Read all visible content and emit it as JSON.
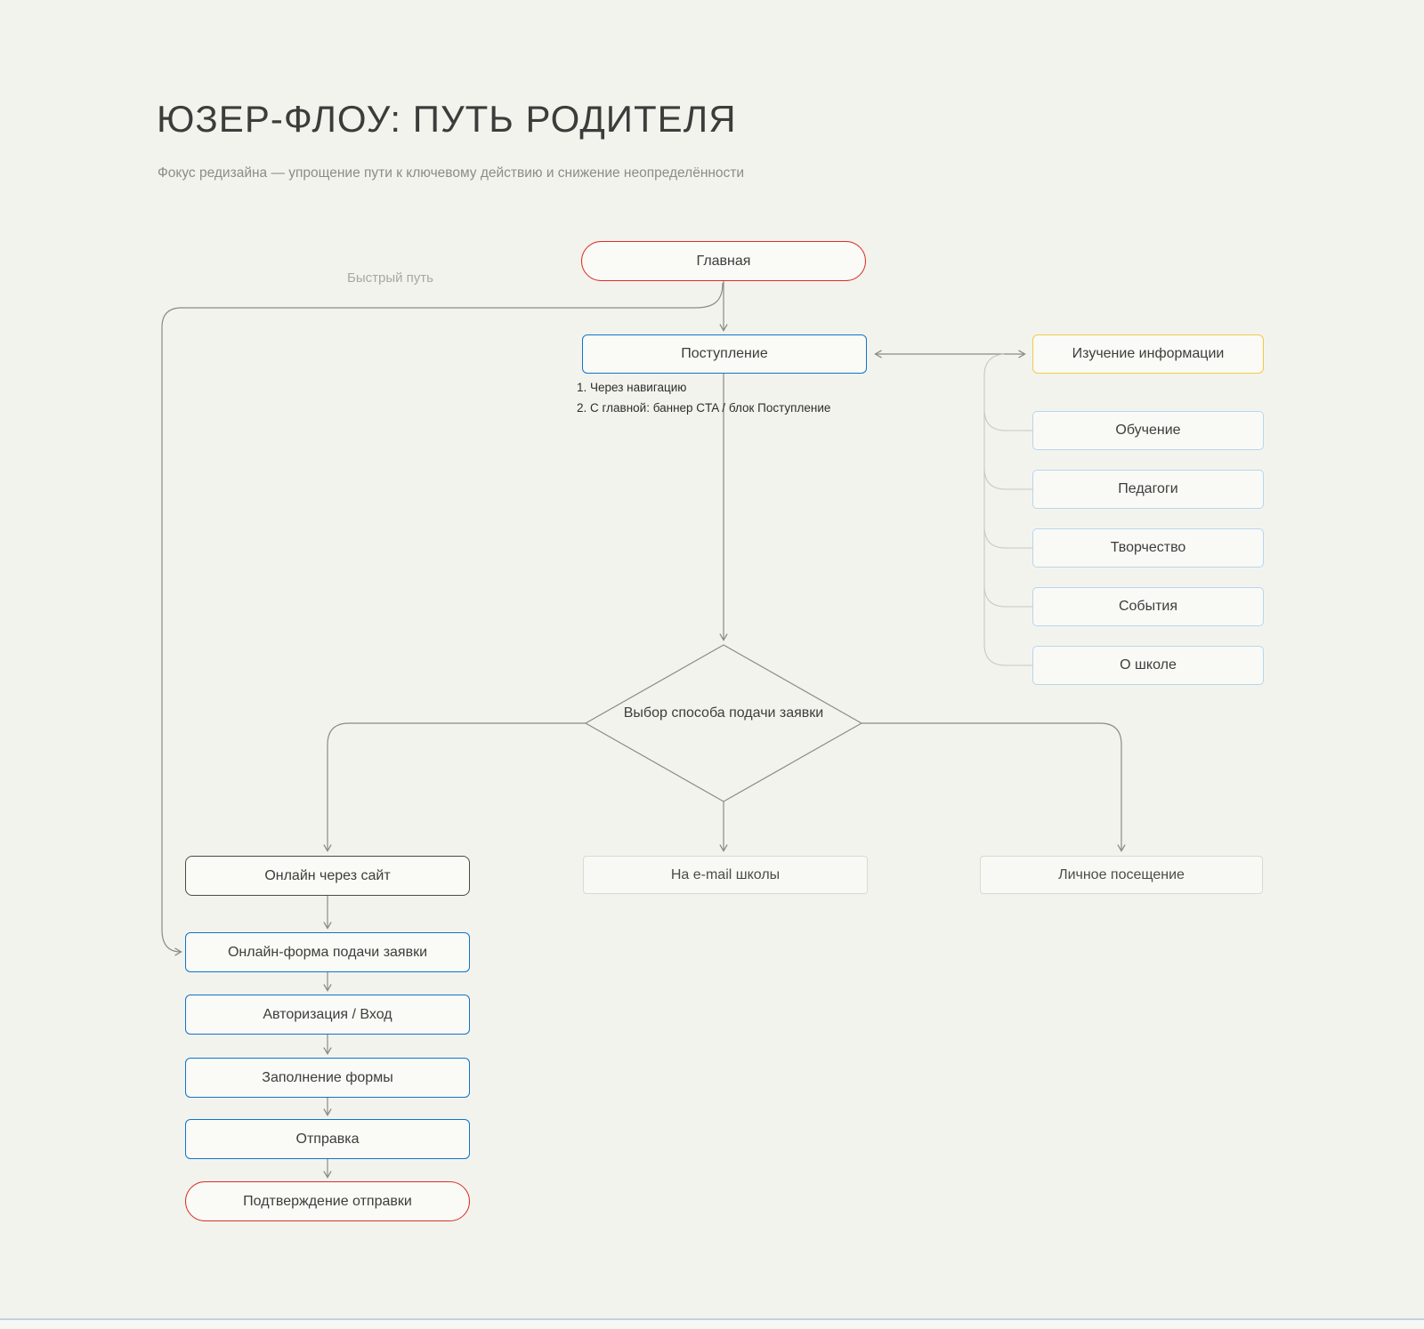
{
  "header": {
    "title": "ЮЗЕР-ФЛОУ: ПУТЬ РОДИТЕЛЯ",
    "subtitle": "Фокус редизайна — упрощение пути к ключевому действию и снижение неопределённости"
  },
  "flow": {
    "home": "Главная",
    "quick_path_label": "Быстрый путь",
    "admission": "Поступление",
    "admission_notes": [
      "1. Через навигацию",
      "2.  С главной: баннер CTA / блок Поступление"
    ],
    "info_hub": "Изучение информации",
    "info_sections": [
      "Обучение",
      "Педагоги",
      "Творчество",
      "События",
      "О школе"
    ],
    "decision": "Выбор способа подачи заявки",
    "options": [
      "Онлайн через сайт",
      "На e-mail школы",
      "Личное посещение"
    ],
    "form_steps": [
      "Онлайн-форма подачи заявки",
      "Авторизация / Вход",
      "Заполнение формы",
      "Отправка"
    ],
    "confirmation": "Подтверждение отправки"
  },
  "colors": {
    "background": "#f3f3ee",
    "key_screen_red": "#d93026",
    "flow_blue": "#0e74cc",
    "info_hub_yellow": "#f2c94c",
    "info_section_blue": "#b7d7ef",
    "line_gray": "#8b8b86"
  }
}
